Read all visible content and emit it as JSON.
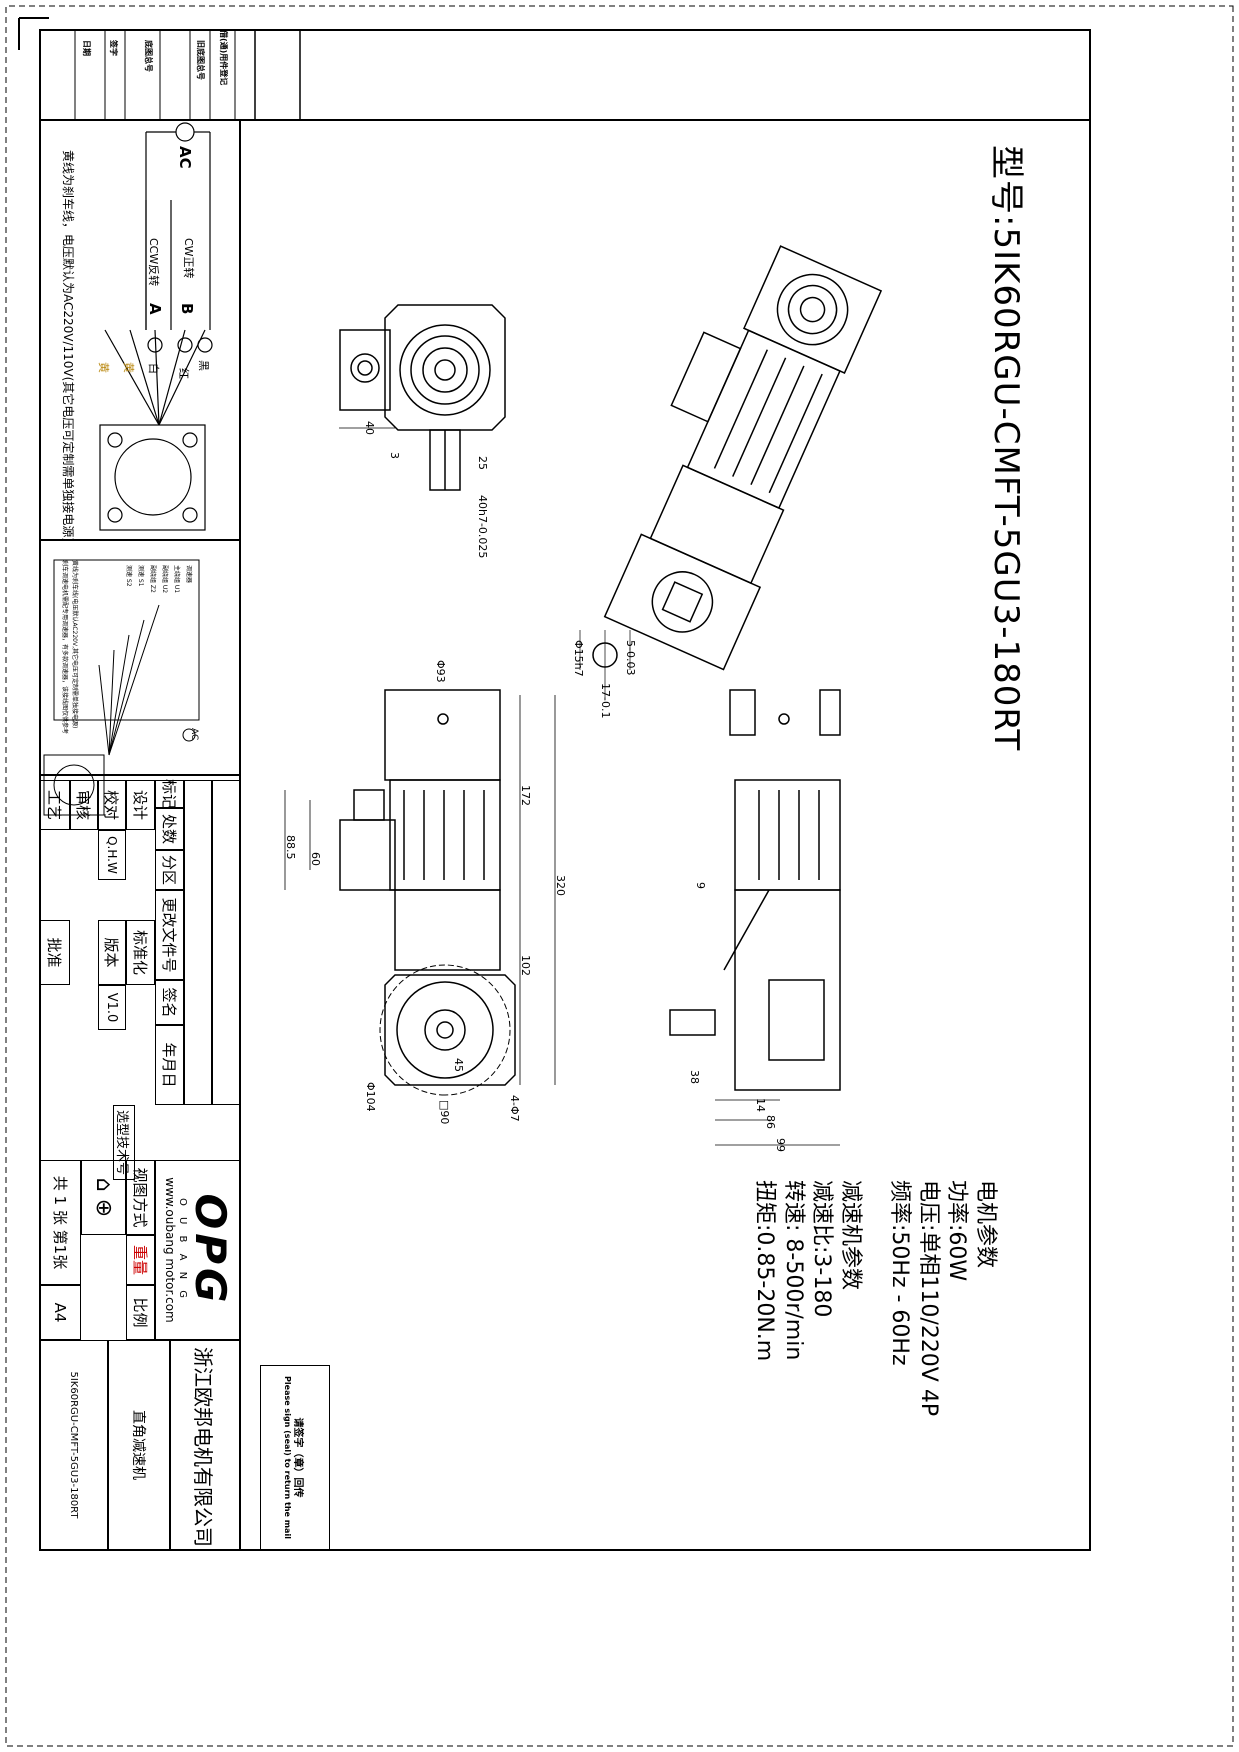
{
  "title": "型号:5IK60RGU-CMFT-5GU3-180RT",
  "params": {
    "motor_heading": "电机参数",
    "power": "功率:60W",
    "voltage": "电压:单相110/220V 4P",
    "frequency": "频率:50Hz - 60Hz",
    "reducer_heading": "减速机参数",
    "ratio": "减速比:3-180",
    "speed": "转速: 8-500r/min",
    "torque": "扭矩:0.85-20N.m"
  },
  "dimensions": {
    "d40": "40",
    "d3": "3",
    "d25": "25",
    "shaft_fit": "40h7-0.025",
    "phi93": "Φ93",
    "d172": "172",
    "d320": "320",
    "d88_5": "88.5",
    "d60": "60",
    "d102": "102",
    "phi104": "Φ104",
    "sq90": "□90",
    "d45": "45",
    "holes": "4-Φ7",
    "phi15": "Φ15h7",
    "key5": "5-0.03",
    "key17": "17-0.1",
    "d9": "9",
    "d38": "38",
    "d14": "14",
    "d86": "86",
    "d99": "99"
  },
  "wiring": {
    "note": "黄线为刹车线，电压默认为AC220V/110V(其它电压可定制需单独接电源)",
    "ac": "AC",
    "cw": "CW正转",
    "ccw": "CCW反转",
    "b": "B",
    "a": "A",
    "wire_colors": [
      "黑",
      "红",
      "白",
      "黄",
      "黄"
    ],
    "note2_line1": "黄线为刹车线(电压默认AC220V,其它电压可定制需单独接电源)",
    "note2_line2": "刹车调速电机需配专用调速器，有多款调速器，该接线图仅供参考",
    "controller_terms": [
      "主绕组 U1",
      "副绕组 U2",
      "副绕组 Z2",
      "测速 S1",
      "测速 S2"
    ],
    "controller_label": "调速器",
    "ac2": "AC"
  },
  "left_strip": [
    "日期",
    "签字",
    "底图总号",
    "旧底图总号",
    "借(通)用件登记"
  ],
  "title_block": {
    "mark": "标记",
    "count": "处数",
    "zone": "分区",
    "change_doc": "更改文件号",
    "sign": "签名",
    "date": "年月日",
    "design": "设计",
    "check": "校对",
    "check_value": "Q.H.W",
    "review": "审核",
    "process": "工艺",
    "standard": "标准化",
    "version": "版本",
    "version_value": "V1.0",
    "approve": "批准",
    "selection_no": "选型技术号",
    "view_method": "视图方式",
    "weight": "重量",
    "scale": "比例",
    "sheets": "共 1 张 第1张",
    "paper": "A4",
    "logo": "OPG",
    "logo_sub": "O U B A N G",
    "website": "www.oubang motor.com",
    "company": "浙江欧邦电机有限公司",
    "product": "直角减速机",
    "drawing_no": "5IK60RGU-CMFT-5GU3-180RT"
  },
  "stamp": {
    "line1": "请签字（章）回传",
    "line2": "Please sign (seal) to return the mail"
  }
}
